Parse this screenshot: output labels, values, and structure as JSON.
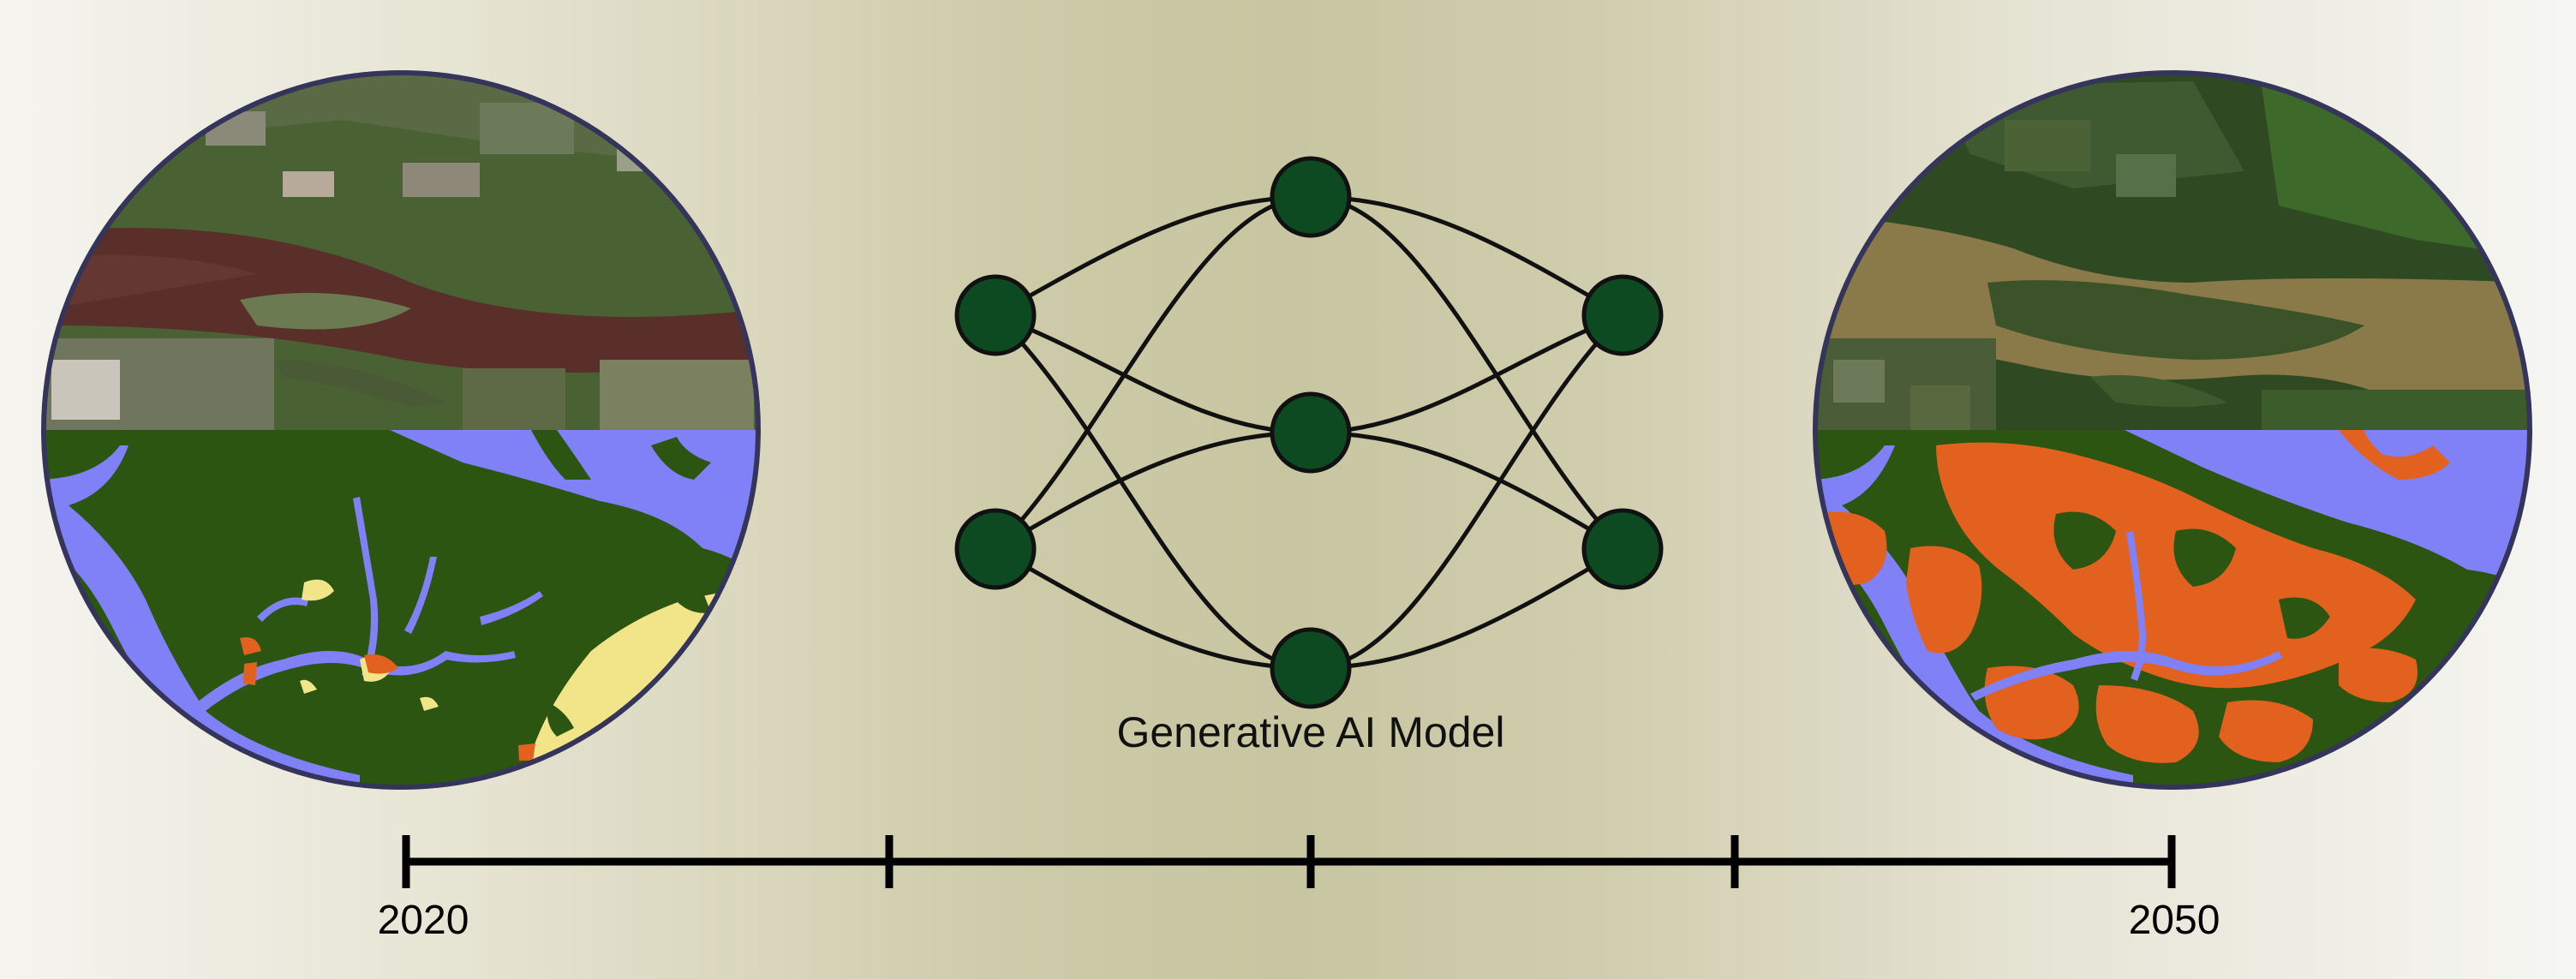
{
  "model": {
    "label": "Generative AI Model"
  },
  "timeline": {
    "start_label": "2020",
    "end_label": "2050"
  },
  "colors": {
    "background_center": "#c8c5a1",
    "node_fill": "#0d4a22",
    "water": "#8080f7",
    "vegetation": "#2b5510",
    "developed": "#e2611f",
    "sand": "#f2e489",
    "river_sediment_2020": "#5a2f2a",
    "river_sediment_2050": "#8a7a4a"
  },
  "icons": {
    "left_map": "satellite-2020-map-icon",
    "right_map": "satellite-2050-map-icon",
    "network": "neural-network-icon"
  }
}
